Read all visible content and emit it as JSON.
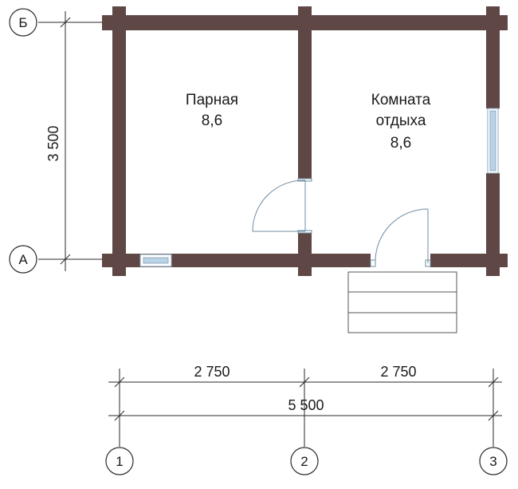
{
  "rooms": [
    {
      "name": "Парная",
      "area": "8,6"
    },
    {
      "name_line1": "Комната",
      "name_line2": "отдыха",
      "area": "8,6"
    }
  ],
  "dimensions": {
    "vertical": "3 500",
    "segment_left": "2 750",
    "segment_right": "2 750",
    "total": "5 500"
  },
  "axes": {
    "horizontal": [
      "1",
      "2",
      "3"
    ],
    "vertical": [
      "Б",
      "А"
    ]
  },
  "colors": {
    "wall": "#5f4745",
    "line": "#2a2a2a",
    "window": "#b9d3e6"
  }
}
